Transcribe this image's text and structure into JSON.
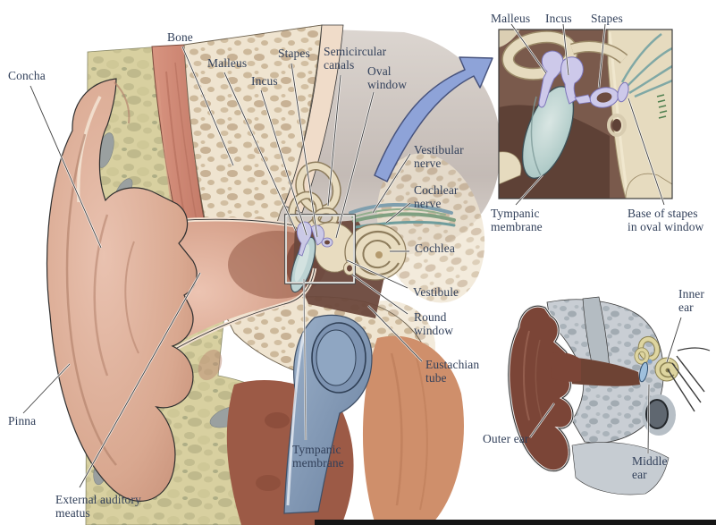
{
  "figure_type": "ear-anatomy-diagram",
  "colors": {
    "label_text": "#32405a",
    "leader_line": "#3f3f3f",
    "zoom_arrow": "#8ea3d8",
    "skin_pink": "#ddaf9b",
    "cartilage_yellow": "#d8d0a0",
    "spongy_bone_cream": "#efe4d0",
    "muscle_red": "#c87e6d",
    "labyrinth_cream": "#e8dcc0",
    "tympanic_membrane_teal": "#b9d2d2",
    "ossicle_lavender": "#cbc9e6",
    "nerve_green": "#7fa081",
    "eustachian_blue": "#8aa0bd",
    "skull_gray": "#c5bcb6",
    "inset_background_brown": "#7a5a4c",
    "overview_pinna_brown": "#7b4537",
    "overview_bone_gray": "#c9ced4"
  },
  "main_figure": {
    "labels": {
      "concha": "Concha",
      "bone": "Bone",
      "malleus": "Malleus",
      "incus": "Incus",
      "stapes": "Stapes",
      "semicircular_canals": "Semicircular\ncanals",
      "oval_window": "Oval\nwindow",
      "vestibular_nerve": "Vestibular\nnerve",
      "cochlear_nerve": "Cochlear\nnerve",
      "cochlea": "Cochlea",
      "vestibule": "Vestibule",
      "round_window": "Round\nwindow",
      "eustachian_tube": "Eustachian\ntube",
      "tympanic_membrane": "Tympanic\nmembrane",
      "external_auditory_meatus": "External auditory\nmeatus",
      "pinna": "Pinna"
    }
  },
  "middle_ear_inset": {
    "labels": {
      "malleus": "Malleus",
      "incus": "Incus",
      "stapes": "Stapes",
      "tympanic_membrane": "Tympanic\nmembrane",
      "base_of_stapes": "Base of stapes\nin oval window"
    }
  },
  "overview_inset": {
    "labels": {
      "inner_ear": "Inner\near",
      "outer_ear": "Outer ear",
      "middle_ear": "Middle\near"
    }
  }
}
